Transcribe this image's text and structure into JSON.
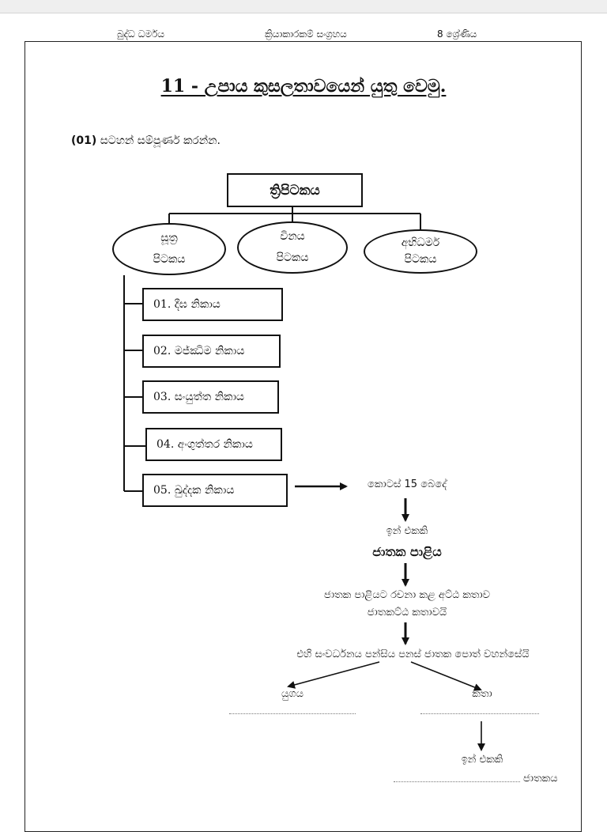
{
  "header": {
    "subject": "බුද්ධ ධර්මය",
    "book": "ක්‍රියාකාරකම් සංග්‍රහය",
    "grade": "8 ශ්‍රේණිය"
  },
  "title": "11 - උපාය කුසලතාවයෙන් යුතු වෙමු.",
  "instruction": {
    "number": "(01)",
    "text": "සටහන් සම්පූර්ණ කරන්න."
  },
  "diagram": {
    "root": "ත්‍රිපිටකය",
    "pitakas": [
      {
        "line1": "සූත්‍ර",
        "line2": "පිටකය"
      },
      {
        "line1": "විනය",
        "line2": "පිටකය"
      },
      {
        "line1": "අභිධර්ම",
        "line2": "පිටකය"
      }
    ],
    "nikayas": [
      "01. දීඝ නිකාය",
      "02. මජ්ඣිම නිකාය",
      "03. සංයුත්ත නිකාය",
      "04. අංගුත්තර නිකාය",
      "05. ඛුද්දක නිකාය"
    ],
    "flow": {
      "step1": "කොටස් 15 බෙදේ",
      "step2": "ඉන් එකකි",
      "step3": "ජාතක පාළිය",
      "step4a": "ජාතක පාළියට රචනා කළ අට්ඨ කතාව",
      "step4b": "ජාතකට්ඨ කතාවයි",
      "step5": "එහි සංවර්ධනය පන්සිය පනස් ජාතක පොත් වහන්සේයි",
      "branch_left": "යුගය",
      "branch_right": "කතා",
      "final_prefix": "ඉන් එකකි",
      "final_suffix": "ජාතකය"
    }
  }
}
